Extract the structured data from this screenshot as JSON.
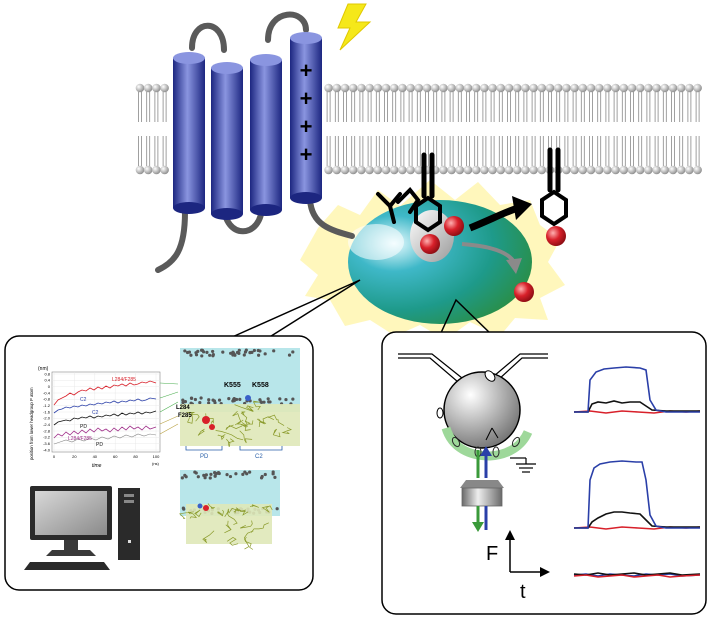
{
  "membrane": {
    "voltage_sensor_charges": [
      "+",
      "+",
      "+",
      "+"
    ],
    "lightning_icon": "lightning-bolt-icon",
    "colors": {
      "helix": "#3a48a8",
      "enzyme_teal": "#2aa6a6",
      "enzyme_green": "#2f9a3a",
      "bead": "#d8202a",
      "glow": "#fff3a0"
    }
  },
  "simulation_panel": {
    "graph": {
      "y_unit": "(nm)",
      "y_axis_label": "position from lower headgroup P atom",
      "x_label": "time",
      "x_unit": "(ns)",
      "y_ticks": [
        "0.8",
        "0.4",
        "0",
        "-0.4",
        "-0.8",
        "-1.2",
        "-1.6",
        "-2.0",
        "-2.4",
        "-2.8",
        "-3.2",
        "-3.6",
        "-4.0"
      ],
      "x_ticks": [
        "0",
        "20",
        "40",
        "60",
        "80",
        "100"
      ],
      "labels": {
        "red_series": "L284/F285",
        "blue_series": "C2",
        "black_series": "PD",
        "purple_series": "L284/F285",
        "c2_label": "C2",
        "pd_label": "PD"
      }
    },
    "structure": {
      "residue_labels": [
        "K555",
        "K558"
      ],
      "left_labels": [
        "L284",
        "F285"
      ],
      "domain_labels": [
        "PD",
        "C2"
      ]
    },
    "computer_icon": "desktop-computer-icon"
  },
  "experiment_panel": {
    "axis_labels": {
      "y": "F",
      "x": "t"
    },
    "trace_colors": {
      "blue": "#2a3fa8",
      "black": "#111111",
      "red": "#d8202a"
    }
  }
}
